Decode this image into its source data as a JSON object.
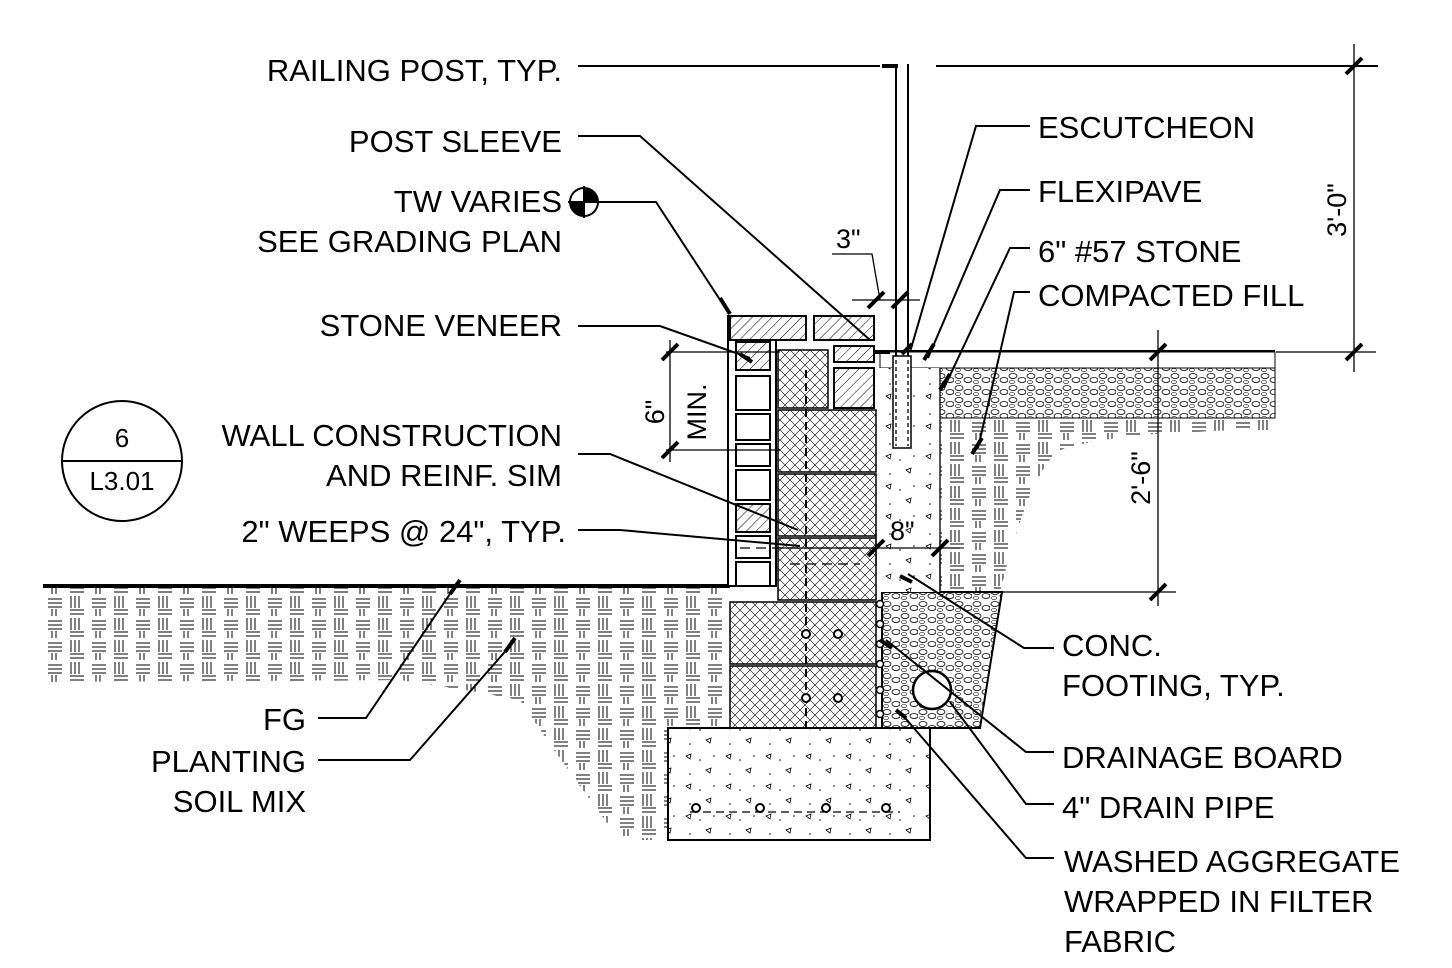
{
  "labels": {
    "railing_post": "RAILING POST, TYP.",
    "post_sleeve": "POST SLEEVE",
    "tw_varies": "TW VARIES",
    "see_grading": "SEE GRADING PLAN",
    "stone_veneer": "STONE VENEER",
    "wall_construction": "WALL CONSTRUCTION",
    "and_reinf": "AND REINF. SIM",
    "weeps": "2\" WEEPS @ 24\", TYP.",
    "fg": "FG",
    "planting": "PLANTING",
    "soil_mix": "SOIL MIX",
    "escutcheon": "ESCUTCHEON",
    "flexipave": "FLEXIPAVE",
    "stone57": "6\" #57 STONE",
    "compacted_fill": "COMPACTED FILL",
    "conc": "CONC.",
    "footing_typ": "FOOTING, TYP.",
    "drainage_board": "DRAINAGE BOARD",
    "drain_pipe": "4\" DRAIN PIPE",
    "washed_aggregate": "WASHED AGGREGATE",
    "wrapped": "WRAPPED IN FILTER",
    "fabric": "FABRIC"
  },
  "dimensions": {
    "d3in": "3\"",
    "d6in": "6\"",
    "min": "MIN.",
    "d8in": "8\"",
    "d3ft": "3'-0\"",
    "d2ft6": "2'-6\""
  },
  "detail_tag": {
    "number": "6",
    "sheet": "L3.01"
  }
}
